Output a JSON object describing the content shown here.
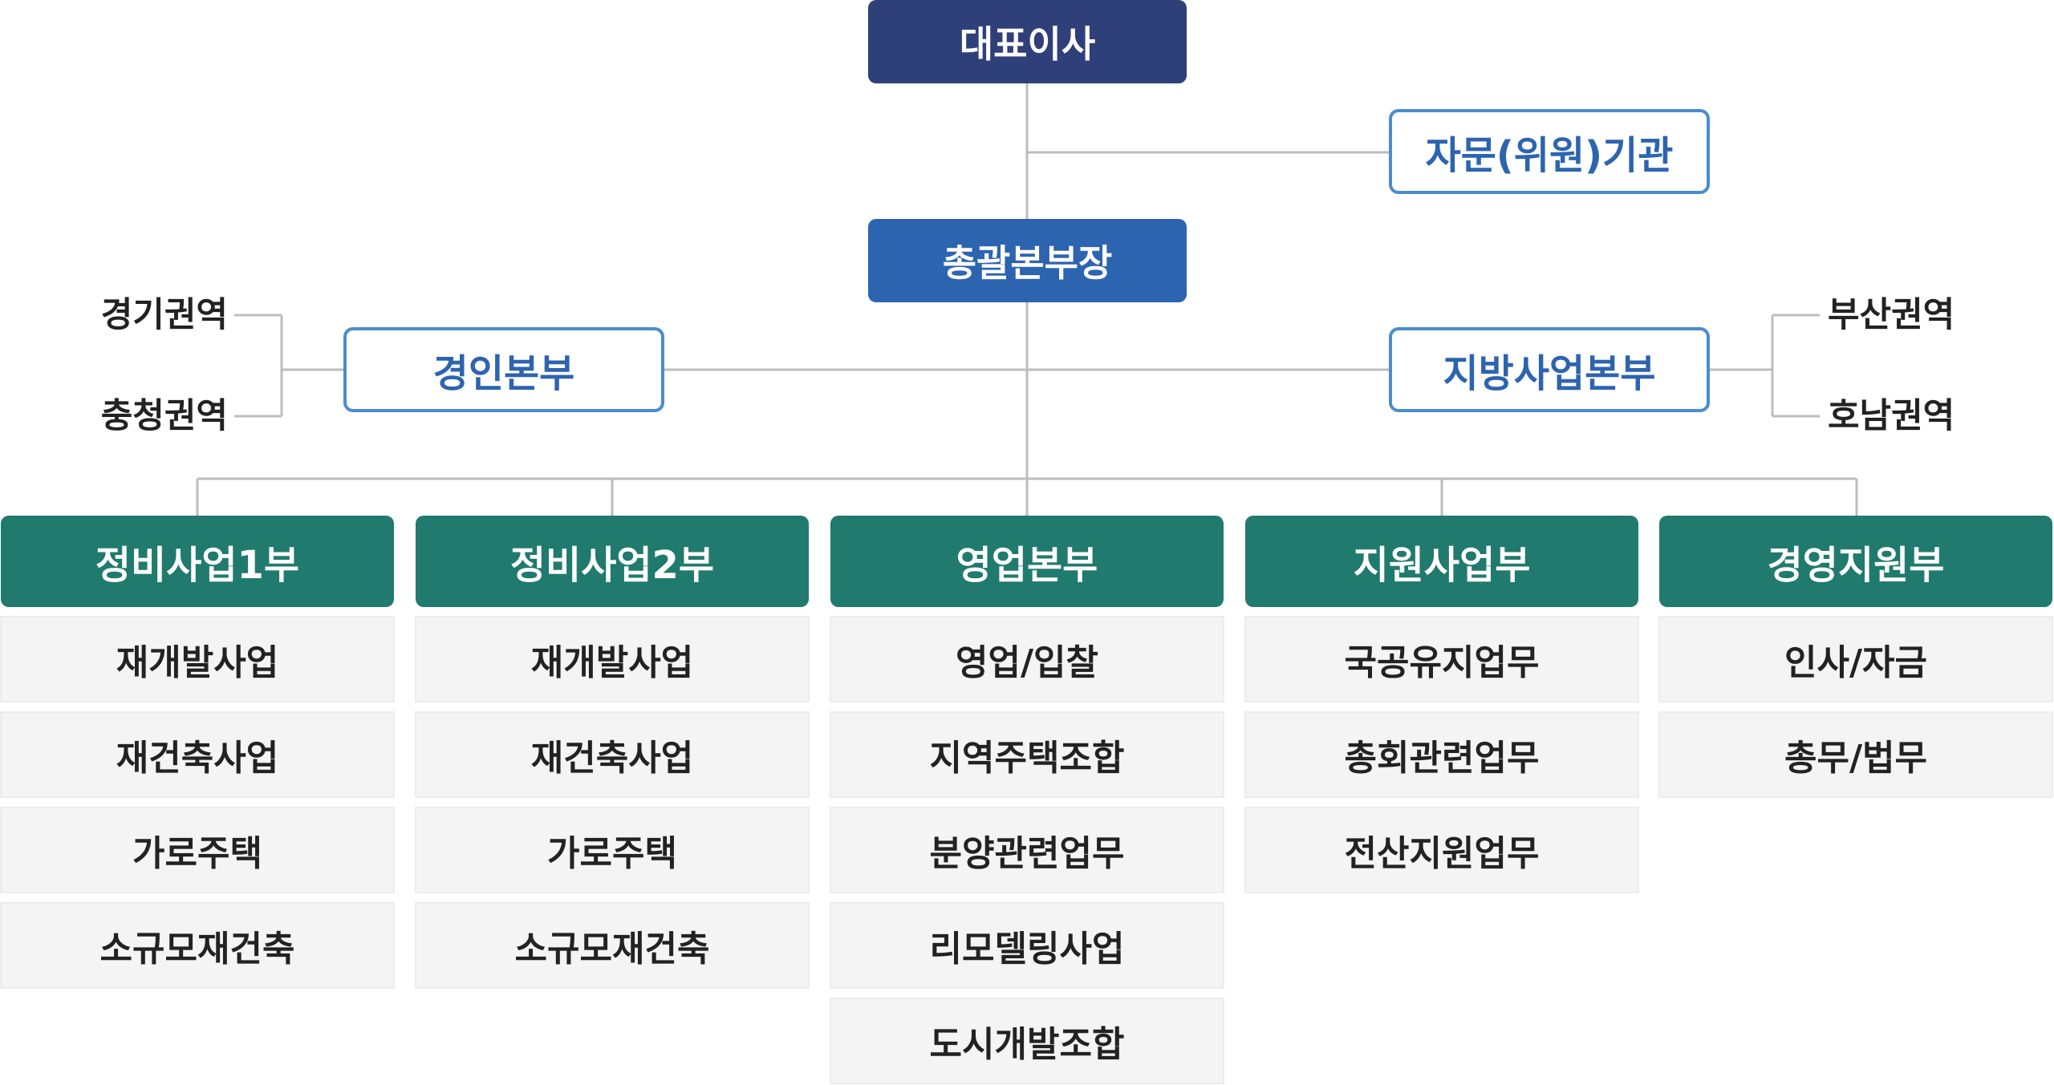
{
  "top": {
    "ceo": "대표이사",
    "advisory": "자문(위원)기관",
    "general_manager": "총괄본부장"
  },
  "gyeongin": {
    "label": "경인본부",
    "regions": [
      "경기권역",
      "충청권역"
    ]
  },
  "regional": {
    "label": "지방사업본부",
    "regions": [
      "부산권역",
      "호남권역"
    ]
  },
  "departments": [
    {
      "name": "정비사업1부",
      "items": [
        "재개발사업",
        "재건축사업",
        "가로주택",
        "소규모재건축"
      ]
    },
    {
      "name": "정비사업2부",
      "items": [
        "재개발사업",
        "재건축사업",
        "가로주택",
        "소규모재건축"
      ]
    },
    {
      "name": "영업본부",
      "items": [
        "영업/입찰",
        "지역주택조합",
        "분양관련업무",
        "리모델링사업",
        "도시개발조합"
      ]
    },
    {
      "name": "지원사업부",
      "items": [
        "국공유지업무",
        "총회관련업무",
        "전산지원업무"
      ]
    },
    {
      "name": "경영지원부",
      "items": [
        "인사/자금",
        "총무/법무"
      ]
    }
  ],
  "colors": {
    "ceo": "#2f3f7a",
    "general_manager": "#2d64b0",
    "outline_border": "#4a8ccf",
    "department_header": "#217a6e",
    "department_item_bg": "#f4f4f4",
    "connector": "#bdbdbd"
  }
}
